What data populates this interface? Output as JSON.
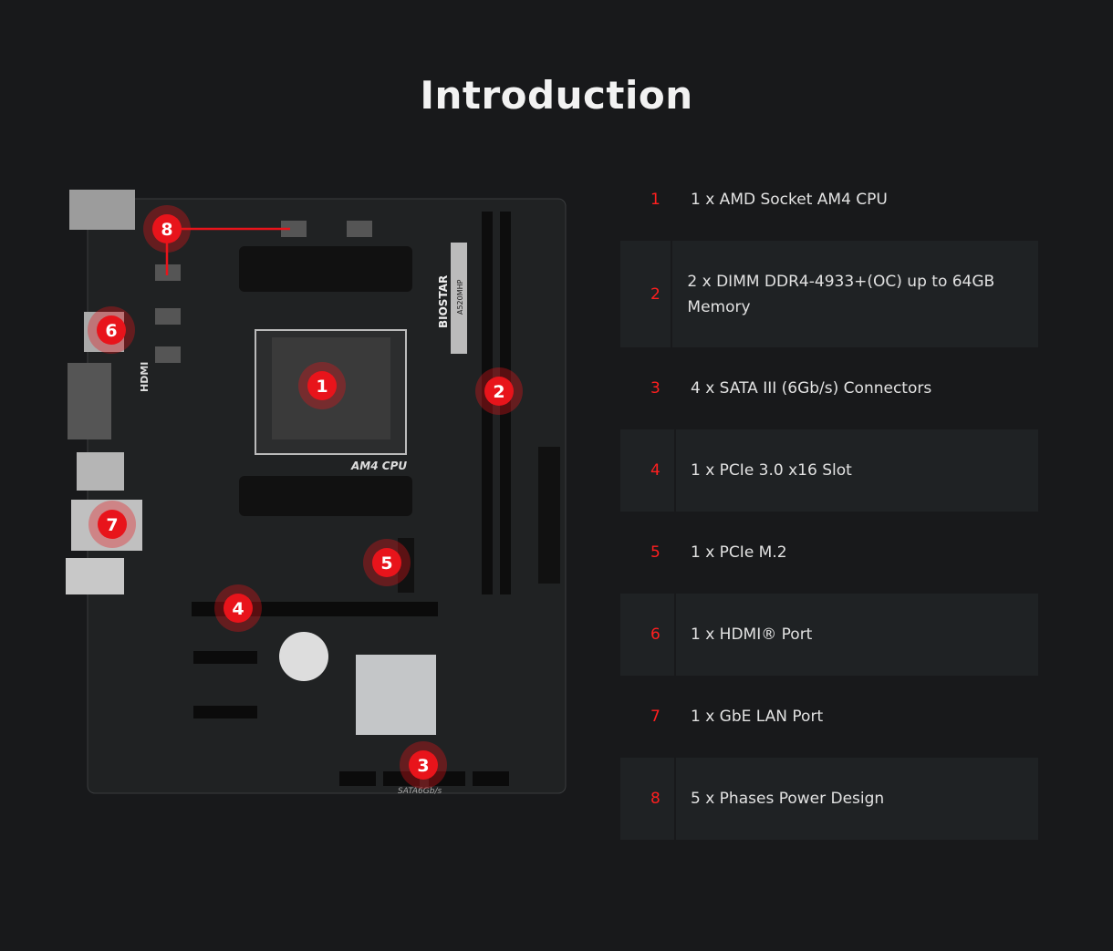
{
  "title": "Introduction",
  "colors": {
    "accent": "#e8141b",
    "background": "#18191b",
    "row_alt": "#1f2224"
  },
  "board_labels": {
    "brand": "BIOSTAR",
    "model": "A520MHP",
    "socket": "AM4 CPU",
    "hdmi": "HDMI",
    "sata": "SATA6Gb/s"
  },
  "features": [
    {
      "num": "1",
      "text": "1 x AMD Socket AM4 CPU"
    },
    {
      "num": "2",
      "text": "2 x DIMM DDR4-4933+(OC) up to 64GB Memory"
    },
    {
      "num": "3",
      "text": "4 x SATA III (6Gb/s) Connectors"
    },
    {
      "num": "4",
      "text": "1 x PCIe 3.0 x16 Slot"
    },
    {
      "num": "5",
      "text": "1 x PCIe M.2"
    },
    {
      "num": "6",
      "text": "1 x HDMI® Port"
    },
    {
      "num": "7",
      "text": "1 x GbE LAN Port"
    },
    {
      "num": "8",
      "text": "5 x Phases Power Design"
    }
  ]
}
